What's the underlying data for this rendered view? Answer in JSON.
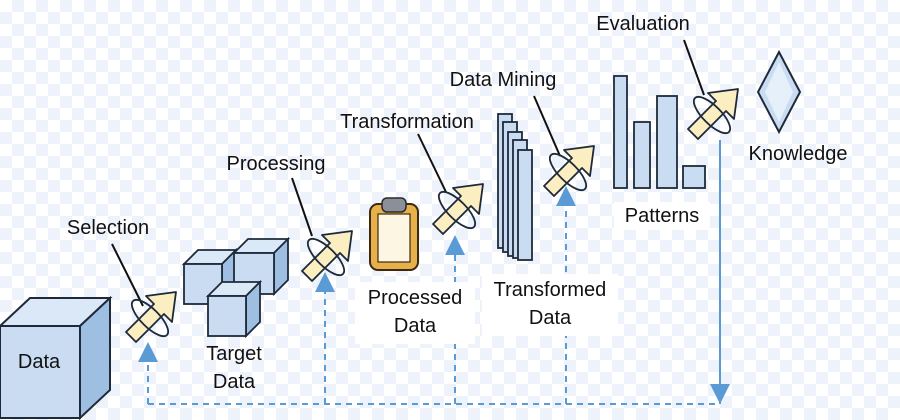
{
  "stages": {
    "data": "Data",
    "target_data_line1": "Target",
    "target_data_line2": "Data",
    "processed_data_line1": "Processed",
    "processed_data_line2": "Data",
    "transformed_data_line1": "Transformed",
    "transformed_data_line2": "Data",
    "patterns": "Patterns",
    "knowledge": "Knowledge"
  },
  "steps": {
    "selection": "Selection",
    "processing": "Processing",
    "transformation": "Transformation",
    "data_mining": "Data Mining",
    "evaluation": "Evaluation"
  },
  "colors": {
    "box_fill": "#c9dcf2",
    "box_stroke": "#1e2a3a",
    "arrow_fill": "#fbeec0",
    "feedback_line": "#5b9bd5",
    "clipboard": "#e8b04a"
  },
  "icons": {
    "step_arrow": "step-arrow-icon",
    "clipboard": "clipboard-icon"
  }
}
